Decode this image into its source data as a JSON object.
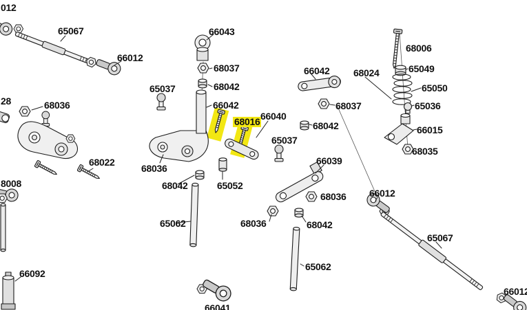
{
  "diagram": {
    "title": "Exploded parts diagram",
    "background_color": "#ffffff",
    "line_color": "#1b1b1b",
    "highlight_color": "#F2E713",
    "highlighted_part": "68016"
  },
  "labels": [
    {
      "text": "012"
    },
    {
      "text": "65067"
    },
    {
      "text": "66012"
    },
    {
      "text": "66043"
    },
    {
      "text": "68037"
    },
    {
      "text": "68042"
    },
    {
      "text": "65037"
    },
    {
      "text": "66042"
    },
    {
      "text": "66042"
    },
    {
      "text": "68037"
    },
    {
      "text": "68042"
    },
    {
      "text": "68024"
    },
    {
      "text": "68006"
    },
    {
      "text": "65049"
    },
    {
      "text": "65050"
    },
    {
      "text": "65036"
    },
    {
      "text": "66015"
    },
    {
      "text": "68035"
    },
    {
      "text": "66040"
    },
    {
      "text": "68016"
    },
    {
      "text": "65037"
    },
    {
      "text": "66039"
    },
    {
      "text": "28"
    },
    {
      "text": "68036"
    },
    {
      "text": "68022"
    },
    {
      "text": "8008"
    },
    {
      "text": "68036"
    },
    {
      "text": "68042"
    },
    {
      "text": "65052"
    },
    {
      "text": "65062"
    },
    {
      "text": "68036"
    },
    {
      "text": "68042"
    },
    {
      "text": "68036"
    },
    {
      "text": "65062"
    },
    {
      "text": "66092"
    },
    {
      "text": "66012"
    },
    {
      "text": "65067"
    },
    {
      "text": "66012"
    },
    {
      "text": "66041"
    }
  ]
}
